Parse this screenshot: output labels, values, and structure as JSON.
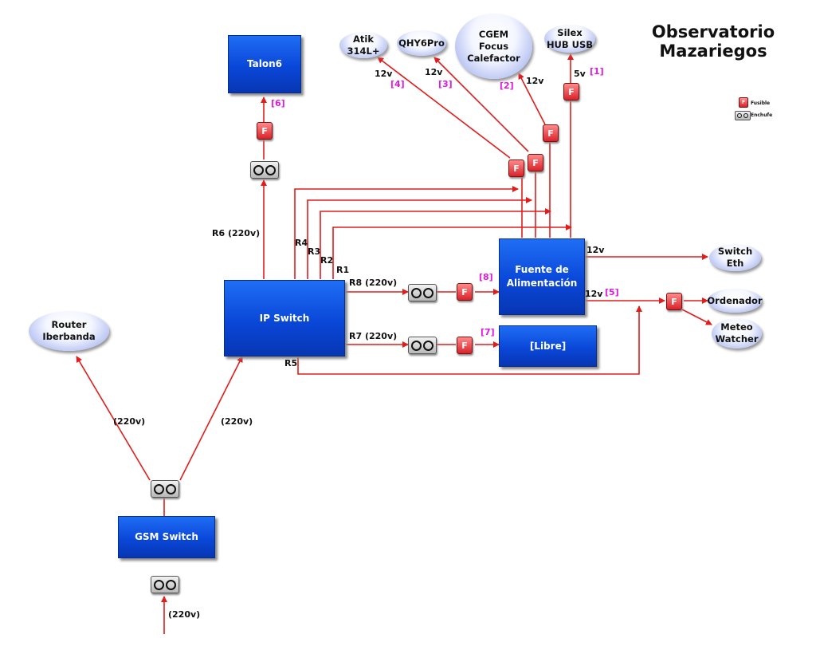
{
  "title": {
    "line1": "Observatorio",
    "line2": "Mazariegos"
  },
  "boxes": {
    "talon6": "Talon6",
    "ip_switch": "IP Switch",
    "fuente_line1": "Fuente de",
    "fuente_line2": "Alimentación",
    "libre": "[Libre]",
    "gsm_switch": "GSM Switch"
  },
  "devices": {
    "atik": [
      "Atik",
      "314L+"
    ],
    "qhy": [
      "QHY6Pro"
    ],
    "cgem": [
      "CGEM",
      "Focus",
      "Calefactor"
    ],
    "silex": [
      "Silex",
      "HUB USB"
    ],
    "switch_eth": [
      "Switch",
      "Eth"
    ],
    "ordenador": [
      "Ordenador"
    ],
    "meteo": [
      "Meteo",
      "Watcher"
    ],
    "router": [
      "Router",
      "Iberbanda"
    ]
  },
  "symbols": {
    "fuse": "F"
  },
  "legend": {
    "fuse": "Fusible",
    "plug": "Enchufe"
  },
  "labels": {
    "r6": "R6 (220v)",
    "r4": "R4",
    "r3": "R3",
    "r2": "R2",
    "r1": "R1",
    "r8": "R8 (220v)",
    "r7": "R7 (220v)",
    "r5": "R5",
    "v220_left": "(220v)",
    "v220_right": "(220v)",
    "v220_bottom": "(220v)",
    "v12_atik": "12v",
    "v12_qhy": "12v",
    "v12_cgem": "12v",
    "v5_silex": "5v",
    "v12_switch": "12v",
    "v12_ordenador": "12v"
  },
  "markers": {
    "m1": "[1]",
    "m2": "[2]",
    "m3": "[3]",
    "m4": "[4]",
    "m5": "[5]",
    "m6": "[6]",
    "m7": "[7]",
    "m8": "[8]"
  },
  "colors": {
    "wire": "#e21b1b",
    "box": "#0a47d8",
    "marker": "#e01ae0"
  }
}
